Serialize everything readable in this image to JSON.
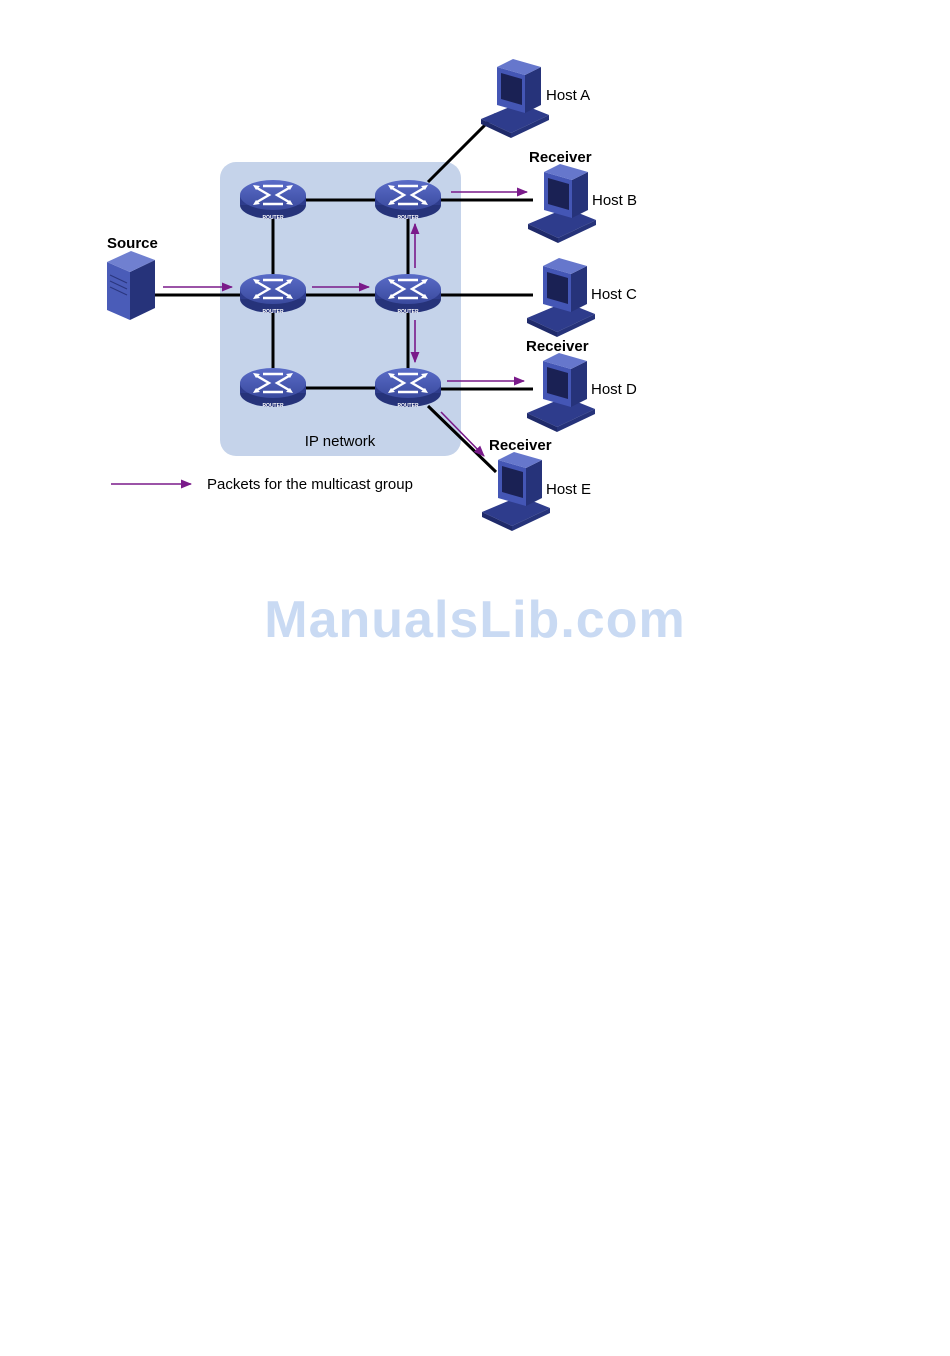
{
  "diagram": {
    "network_label": "IP network",
    "source_label": "Source",
    "router_caption": "ROUTER",
    "receiver_label": "Receiver",
    "hosts": {
      "a": "Host A",
      "b": "Host B",
      "c": "Host C",
      "d": "Host D",
      "e": "Host E"
    },
    "legend": "Packets for the multicast group"
  },
  "colors": {
    "network_bg": "#c5d3ea",
    "arrow": "#7a1a8a",
    "router": "#3f52a8",
    "link": "#000000"
  },
  "watermark": "ManualsLib.com"
}
